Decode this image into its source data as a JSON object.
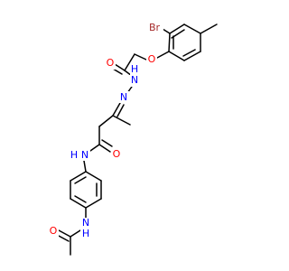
{
  "colors": {
    "background": "#ffffff",
    "bond": "#000000",
    "oxygen": "#ff0000",
    "nitrogen": "#0000ff",
    "bromine": "#a52a2a"
  },
  "atoms": {
    "br": "Br",
    "o_ether": "O",
    "o_hydrazide": "O",
    "nh_hydrazide": "H",
    "n_hydrazide": "N",
    "n_imine": "N",
    "o_amide": "O",
    "n_amide": "N",
    "h_amide": "H",
    "n_acetamido": "N",
    "h_acetamido": "H",
    "o_acetamido": "O"
  }
}
